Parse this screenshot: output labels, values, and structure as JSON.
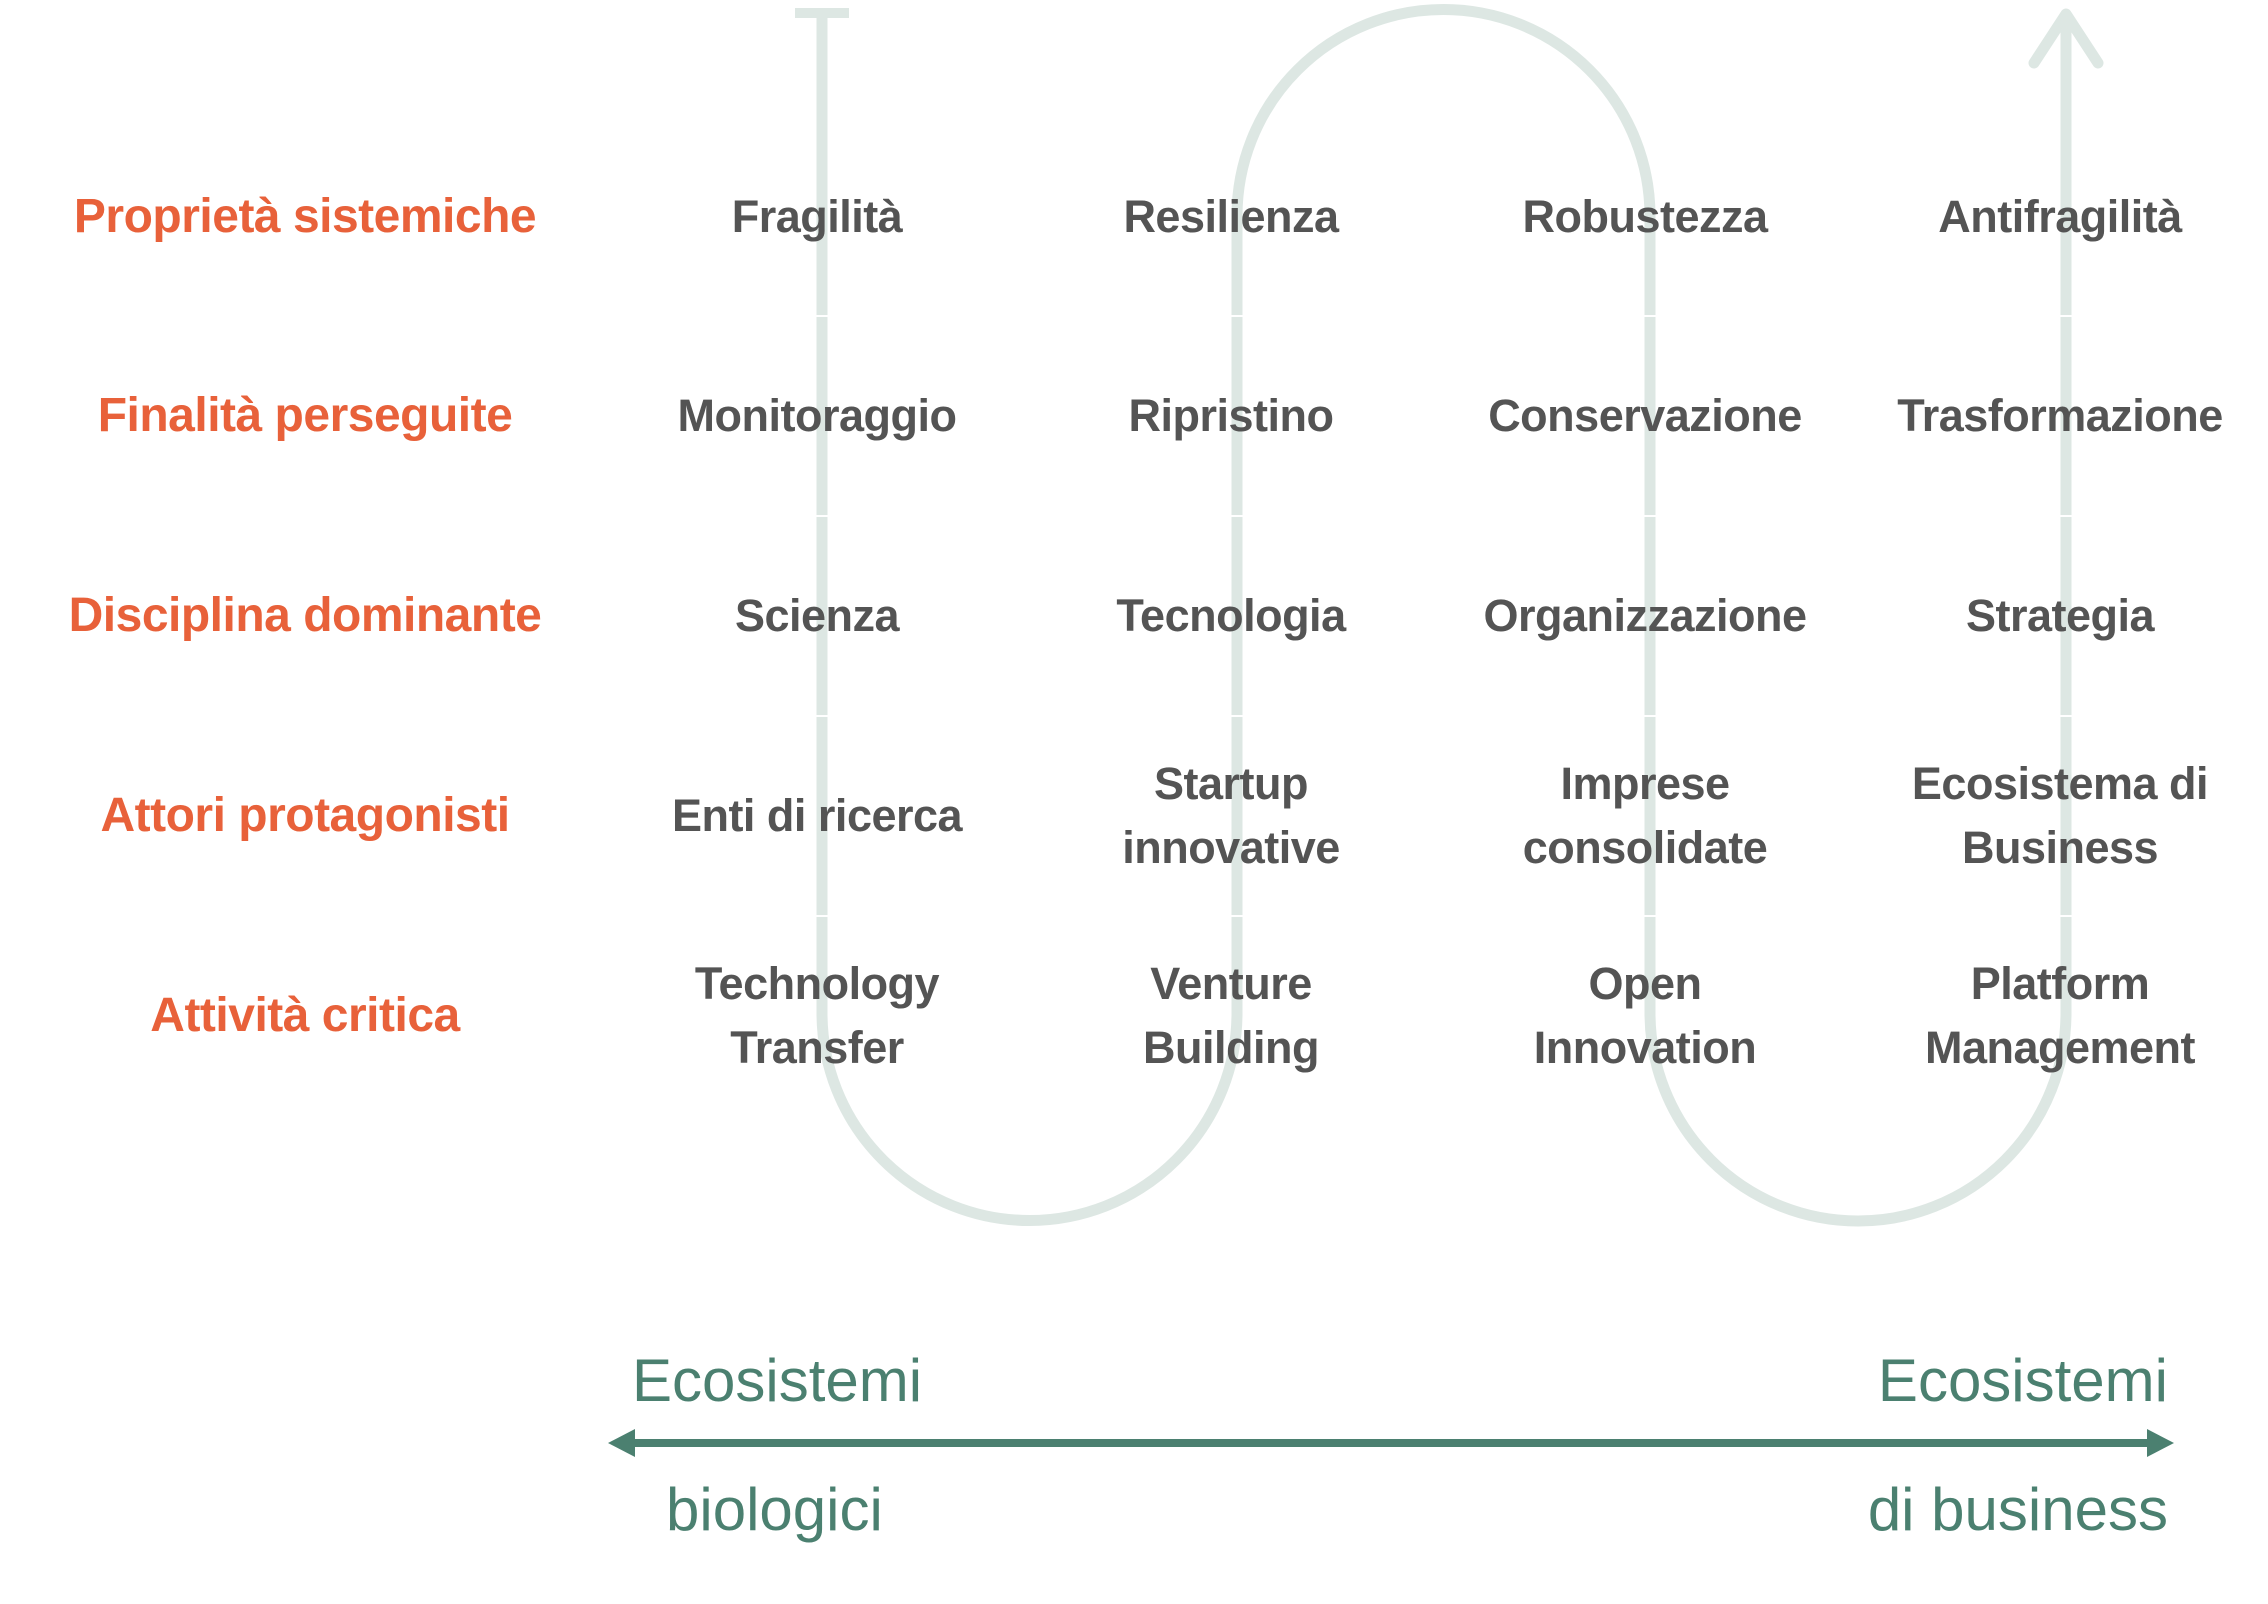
{
  "colors": {
    "row_label": "#e8613a",
    "cell_text": "#545454",
    "serpentine_path": "#dde7e3",
    "axis": "#4b8070",
    "background": "#ffffff"
  },
  "rows": [
    {
      "label": "Proprietà sistemiche",
      "cells": [
        [
          "Fragilità"
        ],
        [
          "Resilienza"
        ],
        [
          "Robustezza"
        ],
        [
          "Antifragilità"
        ]
      ]
    },
    {
      "label": "Finalità perseguite",
      "cells": [
        [
          "Monitoraggio"
        ],
        [
          "Ripristino"
        ],
        [
          "Conservazione"
        ],
        [
          "Trasformazione"
        ]
      ]
    },
    {
      "label": "Disciplina dominante",
      "cells": [
        [
          "Scienza"
        ],
        [
          "Tecnologia"
        ],
        [
          "Organizzazione"
        ],
        [
          "Strategia"
        ]
      ]
    },
    {
      "label": "Attori protagonisti",
      "cells": [
        [
          "Enti di ricerca"
        ],
        [
          "Startup",
          "innovative"
        ],
        [
          "Imprese",
          "consolidate"
        ],
        [
          "Ecosistema di",
          "Business"
        ]
      ]
    },
    {
      "label": "Attività critica",
      "cells": [
        [
          "Technology",
          "Transfer"
        ],
        [
          "Venture",
          "Building"
        ],
        [
          "Open",
          "Innovation"
        ],
        [
          "Platform",
          "Management"
        ]
      ]
    }
  ],
  "axis": {
    "left": {
      "line1": "Ecosistemi",
      "line2": "biologici"
    },
    "right": {
      "line1": "Ecosistemi",
      "line2": "di business"
    }
  }
}
